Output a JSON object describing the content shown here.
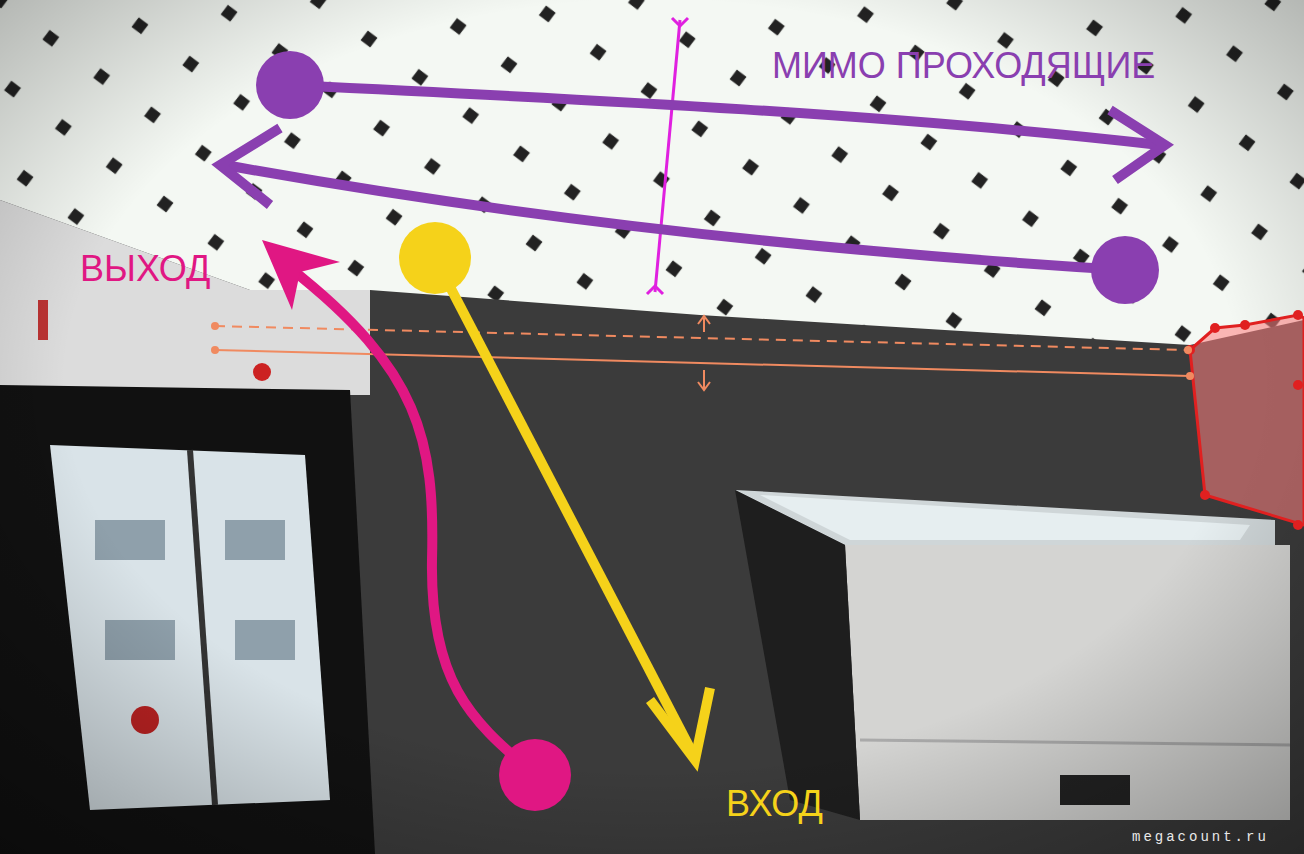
{
  "diagram": {
    "labels": [
      "МИМО ПРОХОДЯЩИЕ",
      "ВЫХОД",
      "ВХОД",
      "megacount.ru"
    ]
  }
}
